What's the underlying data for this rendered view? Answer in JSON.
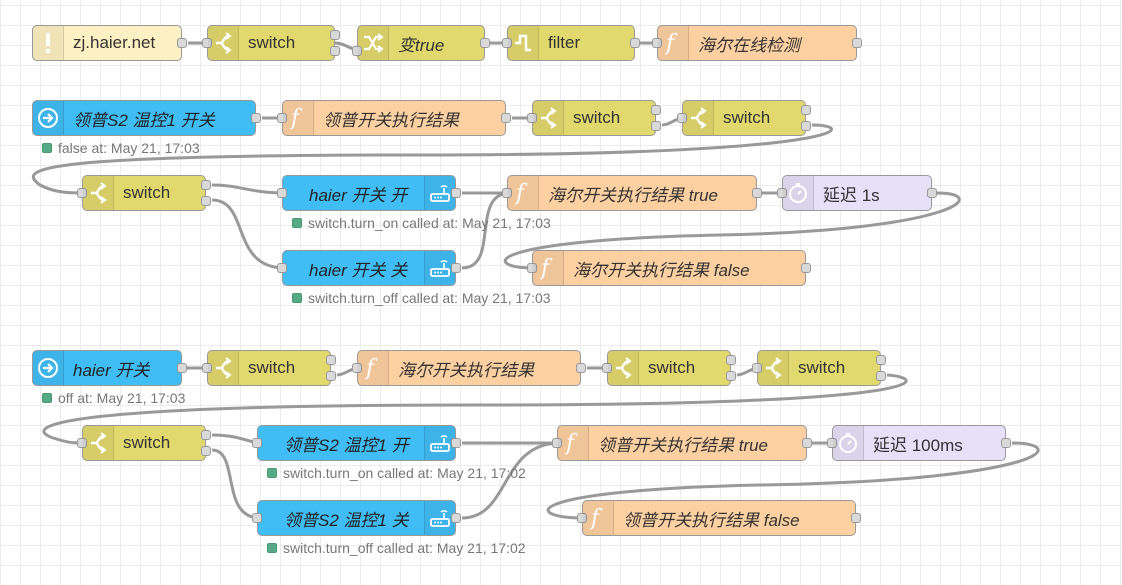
{
  "flows": [
    {
      "nodes": [
        {
          "label": "zj.haier.net",
          "type": "inject",
          "icon": "exclamation-icon",
          "italic": false
        },
        {
          "label": "switch",
          "type": "switch",
          "icon": "switch-icon",
          "italic": false
        },
        {
          "label": "变true",
          "type": "change",
          "icon": "shuffle-icon",
          "italic": true
        },
        {
          "label": "filter",
          "type": "filter",
          "icon": "filter-icon",
          "italic": false
        },
        {
          "label": "海尔在线检测",
          "type": "function",
          "icon": "function-icon",
          "italic": true
        }
      ]
    },
    {
      "nodes": [
        {
          "label": "领普S2 温控1 开关",
          "type": "ha-trigger",
          "icon": "trigger-icon",
          "italic": true
        },
        {
          "label": "领普开关执行结果",
          "type": "function",
          "icon": "function-icon",
          "italic": true
        },
        {
          "label": "switch",
          "type": "switch",
          "icon": "switch-icon",
          "italic": false
        },
        {
          "label": "switch",
          "type": "switch",
          "icon": "switch-icon",
          "italic": false
        },
        {
          "label": "switch",
          "type": "switch",
          "icon": "switch-icon",
          "italic": false
        },
        {
          "label": "haier 开关 开",
          "type": "ha-service",
          "icon": "router-icon",
          "italic": true
        },
        {
          "label": "海尔开关执行结果 true",
          "type": "function",
          "icon": "function-icon",
          "italic": true
        },
        {
          "label": "延迟 1s",
          "type": "delay",
          "icon": "timer-icon",
          "italic": false
        },
        {
          "label": "haier 开关 关",
          "type": "ha-service",
          "icon": "router-icon",
          "italic": true
        },
        {
          "label": "海尔开关执行结果 false",
          "type": "function",
          "icon": "function-icon",
          "italic": true
        }
      ],
      "statuses": [
        "false at: May 21, 17:03",
        "switch.turn_on called at: May 21, 17:03",
        "switch.turn_off called at: May 21, 17:03"
      ]
    },
    {
      "nodes": [
        {
          "label": "haier 开关",
          "type": "ha-trigger",
          "icon": "trigger-icon",
          "italic": true
        },
        {
          "label": "switch",
          "type": "switch",
          "icon": "switch-icon",
          "italic": false
        },
        {
          "label": "海尔开关执行结果",
          "type": "function",
          "icon": "function-icon",
          "italic": true
        },
        {
          "label": "switch",
          "type": "switch",
          "icon": "switch-icon",
          "italic": false
        },
        {
          "label": "switch",
          "type": "switch",
          "icon": "switch-icon",
          "italic": false
        },
        {
          "label": "switch",
          "type": "switch",
          "icon": "switch-icon",
          "italic": false
        },
        {
          "label": "领普S2 温控1 开",
          "type": "ha-service",
          "icon": "router-icon",
          "italic": true
        },
        {
          "label": "领普开关执行结果 true",
          "type": "function",
          "icon": "function-icon",
          "italic": true
        },
        {
          "label": "延迟 100ms",
          "type": "delay",
          "icon": "timer-icon",
          "italic": false
        },
        {
          "label": "领普S2 温控1 关",
          "type": "ha-service",
          "icon": "router-icon",
          "italic": true
        },
        {
          "label": "领普开关执行结果 false",
          "type": "function",
          "icon": "function-icon",
          "italic": true
        }
      ],
      "statuses": [
        "off at: May 21, 17:03",
        "switch.turn_on called at: May 21, 17:02",
        "switch.turn_off called at: May 21, 17:02"
      ]
    }
  ],
  "colors": {
    "inject": "#fdf0c2",
    "switch": "#e2d96e",
    "function": "#fdd0a2",
    "ha": "#41bdf5",
    "delay": "#e6e0f8",
    "status_dot": "#55aa88",
    "wire": "#999999"
  }
}
